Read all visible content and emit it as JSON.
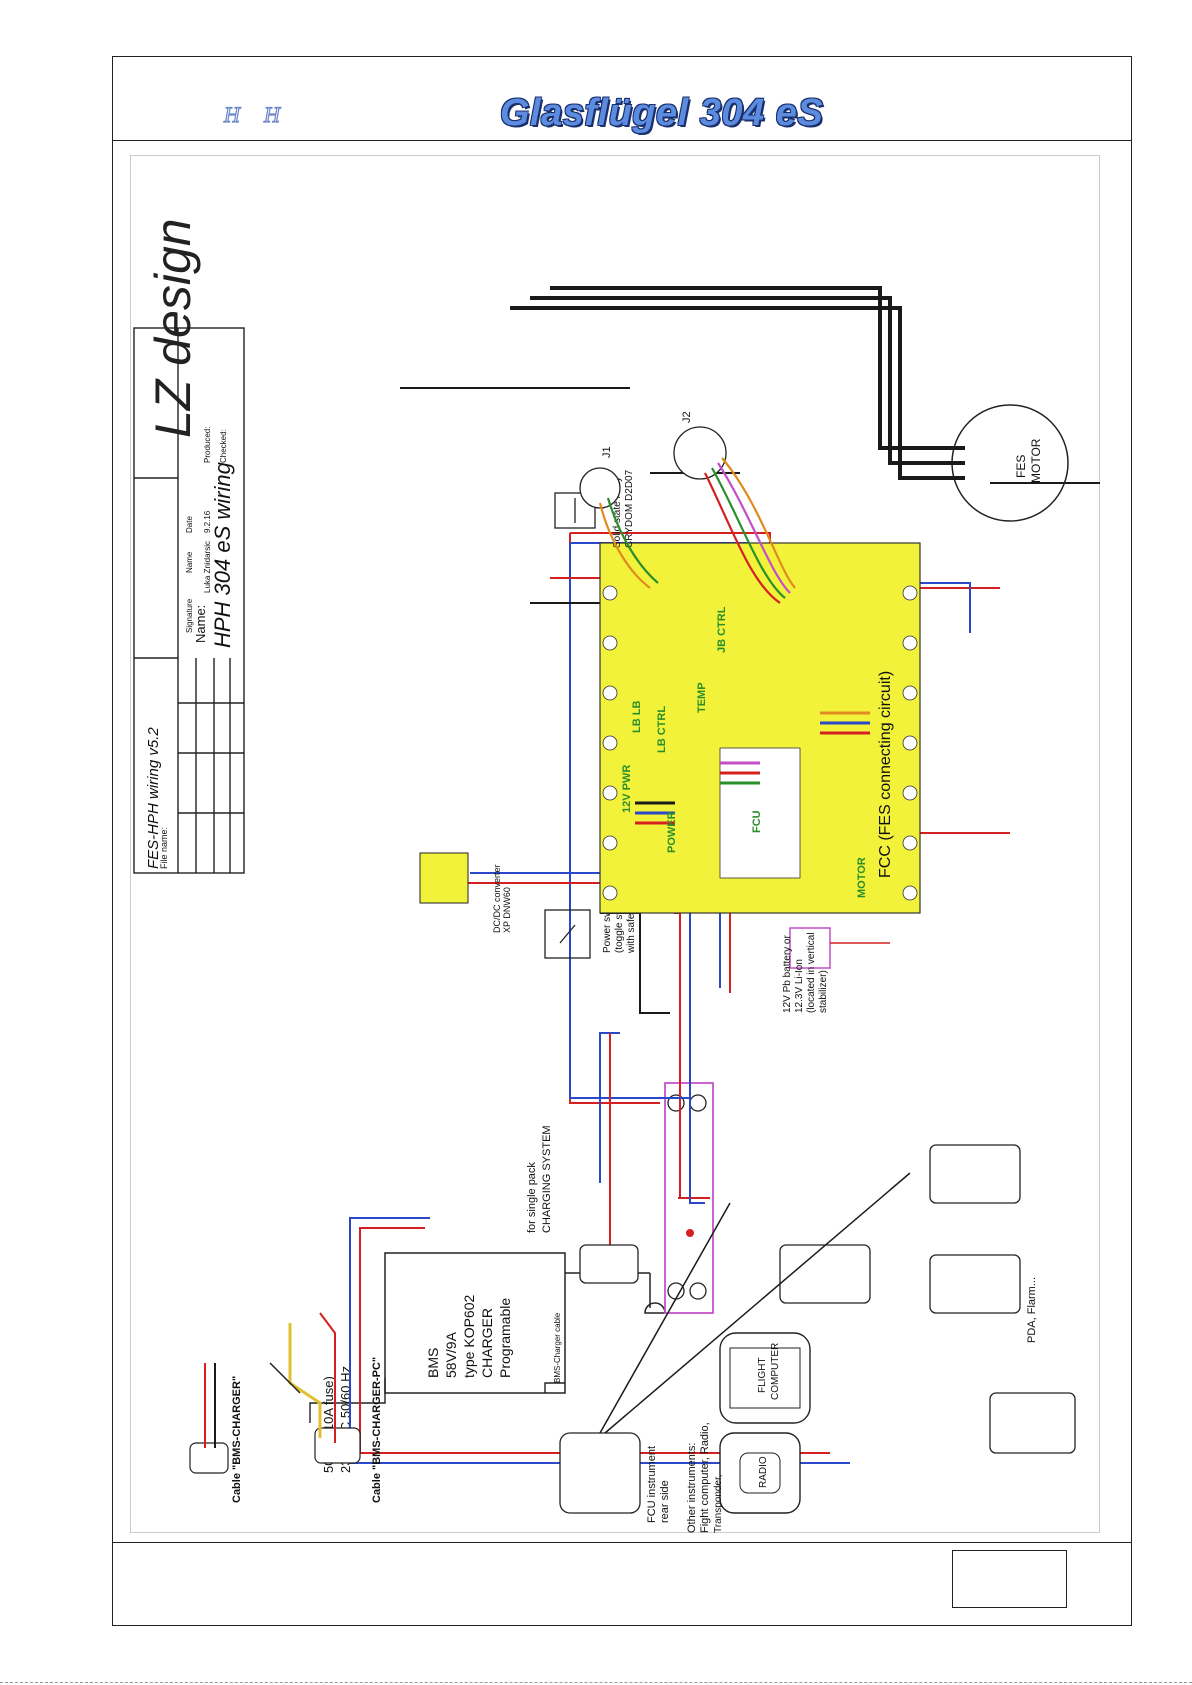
{
  "header": {
    "left_marks": [
      "H",
      "H"
    ],
    "title": "Glasflügel 304 eS"
  },
  "diagram": {
    "title_block": {
      "name_label": "Name:",
      "name_value": "HPH 304 eS wiring",
      "logo": "LZ design",
      "date_label": "Date",
      "name_col_label": "Name",
      "signature_label": "Signature",
      "produced_label": "Produced:",
      "produced_date": "9.2.16",
      "produced_name": "Luka Znidarsic",
      "checked_label": "Checked:",
      "file_label": "File name:",
      "file_value": "FES-HPH wiring v5.2"
    },
    "charging": {
      "label_lines": [
        "CHARGING SYSTEM",
        "for single pack"
      ],
      "charger_lines": [
        "Programable",
        "CHARGER",
        "type KOP602",
        "58V/9A",
        "BMS"
      ],
      "mains_lines": [
        "230V AC 50/60 Hz",
        "500W (10A fuse)"
      ],
      "bms_cable": "BMS-Charger cable"
    },
    "labels": {
      "fcc": "FCC (FES connecting circuit)",
      "relay_lines": [
        "Solid state relay",
        "CRYDOM D2D07"
      ],
      "power_switch_lines": [
        "Power switch",
        "(toggle switch,",
        "with safety cover)"
      ],
      "dcdc_lines": [
        "DC/DC converter",
        "XP DNW60"
      ],
      "battery_lines": [
        "12V Pb battery or",
        "12.3V Li-Ion",
        "(located in vertical",
        "stabilizer)"
      ],
      "fcu_lines": [
        "FCU instrument",
        "rear side"
      ],
      "other_lines": [
        "Other instruments:",
        "Fight computer, Radio,",
        "Transponder,",
        "PDA, Flarm..."
      ],
      "flight_computer_lines": [
        "FLIGHT",
        "COMPUTER"
      ],
      "radio": "RADIO",
      "motor_lines": [
        "FES",
        "MOTOR"
      ],
      "cable_pc": "Cable \"BMS-CHARGER-PC\"",
      "cable_charger": "Cable \"BMS-CHARGER\"",
      "j1": "J1",
      "j2": "J2",
      "board_motor": "MOTOR",
      "board_fcu": "FCU",
      "board_temp": "TEMP",
      "board_power": "POWER",
      "board_jb_ctrl": "JB CTRL",
      "board_lb_ctrl": "LB CTRL",
      "board_lb_lb": "LB LB",
      "board_12v_pwr": "12V PWR"
    }
  },
  "colors": {
    "red": "#d42020",
    "blue": "#2a48c8",
    "black": "#1a1a1a",
    "yellow": "#f3f23a",
    "magenta": "#c24fc7",
    "brand": "#5c8ce0"
  }
}
